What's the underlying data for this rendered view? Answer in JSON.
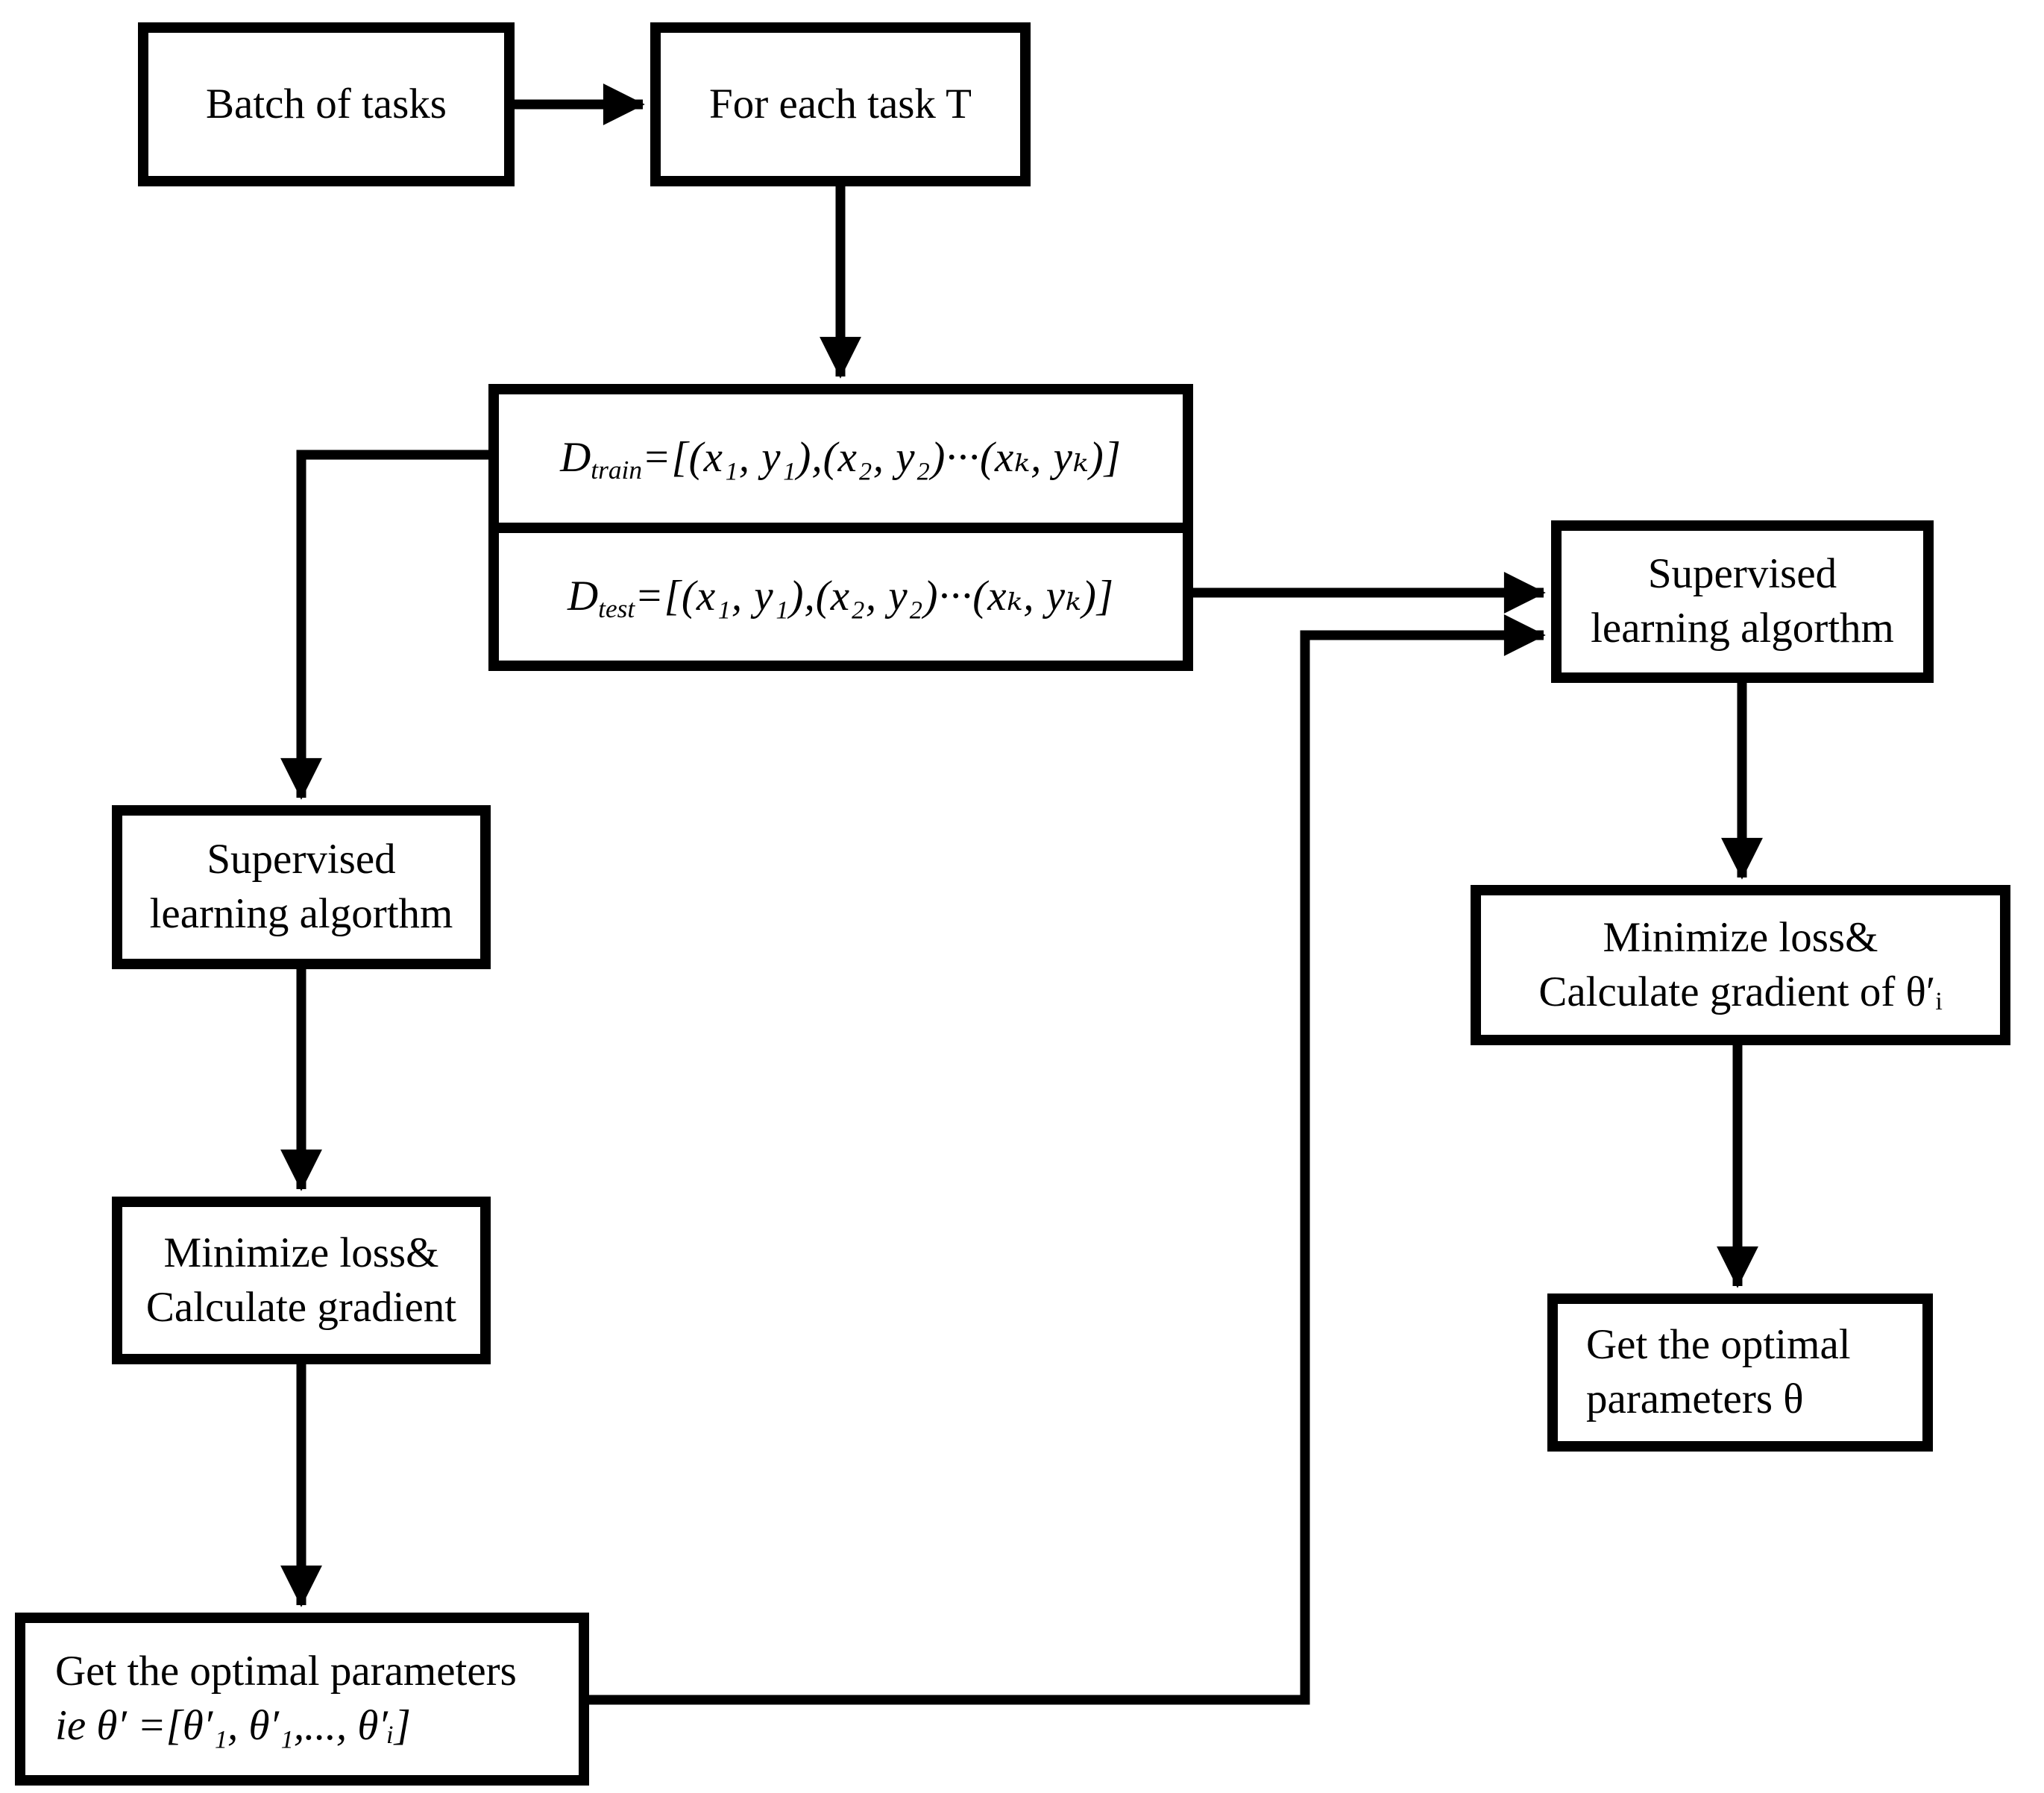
{
  "boxes": {
    "batch_of_tasks": {
      "label": "Batch of tasks"
    },
    "for_each_task": {
      "label": "For each task T"
    },
    "d_train": {
      "symbol": "D",
      "sub": "train",
      "rest": "=[(x₁, y₁),(x₂, y₂)···(xₖ, yₖ)]"
    },
    "d_test": {
      "symbol": "D",
      "sub": "test",
      "rest": "=[(x₁, y₁),(x₂, y₂)···(xₖ, yₖ)]"
    },
    "supervised_left": {
      "line1": "Supervised",
      "line2": "learning algorthm"
    },
    "minimize_left": {
      "line1": "Minimize loss&",
      "line2": "Calculate gradient"
    },
    "optimal_left": {
      "line1": "Get the optimal parameters",
      "line2": "ie θ′ =[θ′₁, θ′₁,..., θ′ᵢ]"
    },
    "supervised_right": {
      "line1": "Supervised",
      "line2": "learning algorthm"
    },
    "minimize_right": {
      "line1": "Minimize loss&",
      "line2": "Calculate gradient of  θ′ᵢ"
    },
    "optimal_right": {
      "line1": "Get the optimal",
      "line2": "parameters θ"
    }
  },
  "colors": {
    "line": "#000000",
    "background": "#ffffff"
  }
}
